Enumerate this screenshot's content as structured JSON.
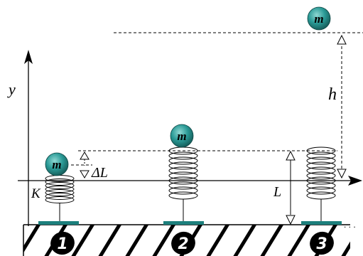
{
  "labels": {
    "mass": "m",
    "axis_y": "y",
    "spring_k": "K",
    "delta_l": "ΔL",
    "length_l": "L",
    "height_h": "h",
    "pos1": "1",
    "pos2": "2",
    "pos3": "3",
    "ellipsis": ". . ."
  },
  "colors": {
    "ball": "#2a9a96",
    "ball_dark": "#1f6e6b",
    "plate": "#1c7f7c",
    "line": "#000000"
  },
  "icons": {
    "ground": "hatched-ground",
    "spring": "coil-spring",
    "arrow": "open-triangle-arrow"
  }
}
